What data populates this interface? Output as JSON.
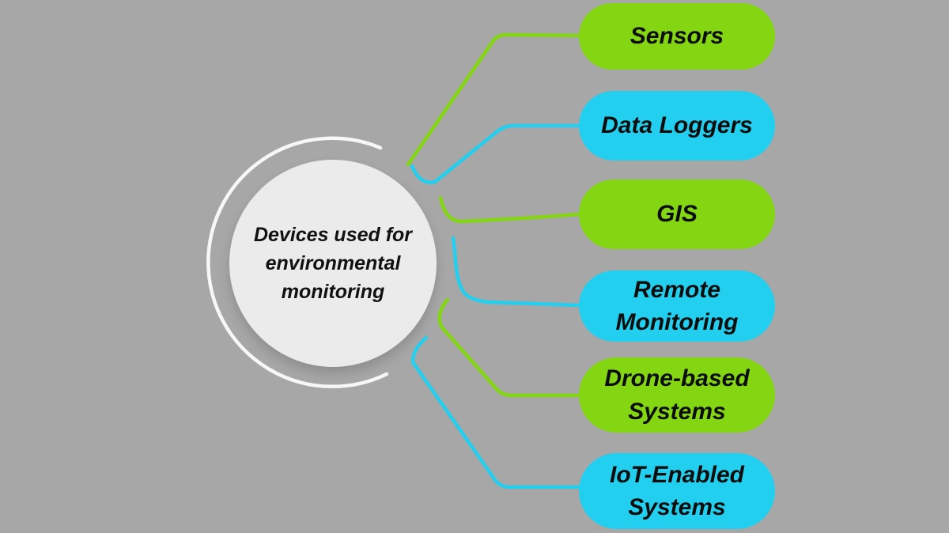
{
  "diagram": {
    "center": {
      "label": "Devices used for environmental monitoring"
    },
    "branches": [
      {
        "id": "sensors",
        "label": "Sensors",
        "color": "#84d612"
      },
      {
        "id": "data-loggers",
        "label": "Data Loggers",
        "color": "#23cfee"
      },
      {
        "id": "gis",
        "label": "GIS",
        "color": "#84d612"
      },
      {
        "id": "remote-monitoring",
        "label": "Remote Monitoring",
        "color": "#23cfee"
      },
      {
        "id": "drone-based",
        "label": "Drone-based Systems",
        "color": "#84d612"
      },
      {
        "id": "iot-enabled",
        "label": "IoT-Enabled Systems",
        "color": "#23cfee"
      }
    ],
    "colors": {
      "background": "#a7a7a7",
      "center_fill": "#ebebeb",
      "arc_stroke": "#f7f7f7",
      "green": "#84d612",
      "cyan": "#23cfee",
      "text": "#0d0d0d"
    }
  }
}
